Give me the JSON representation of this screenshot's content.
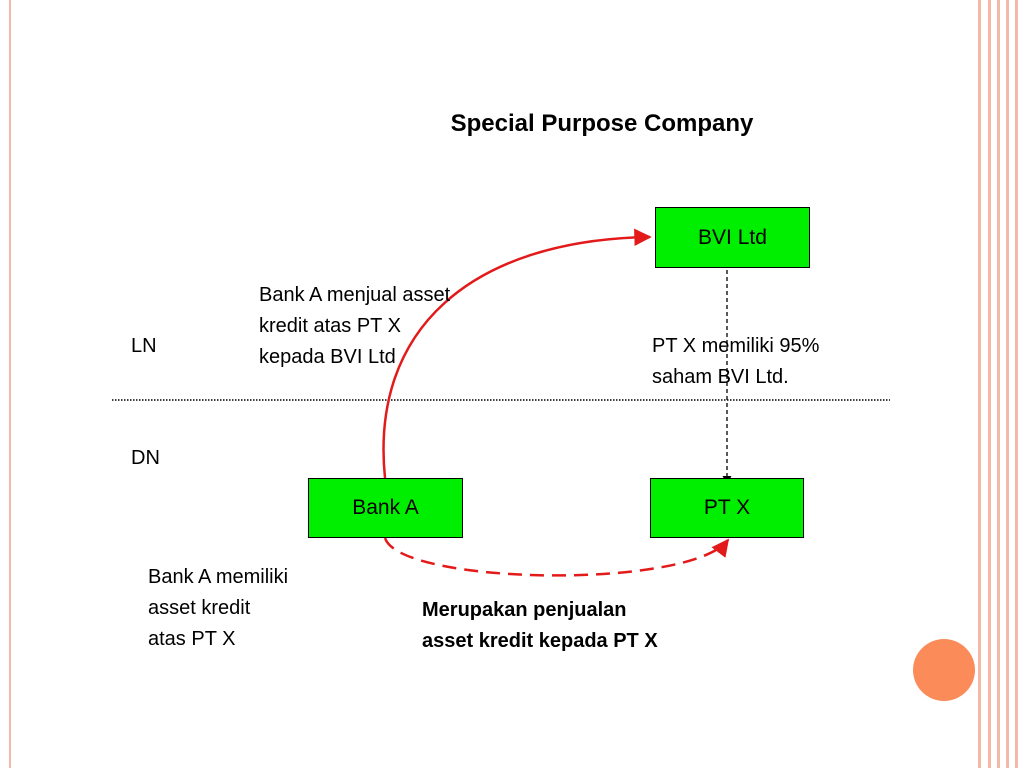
{
  "slide": {
    "title": "Special Purpose Company",
    "region_labels": {
      "foreign": "LN",
      "domestic": "DN"
    },
    "entities": {
      "bvi": "BVI Ltd",
      "bank": "Bank A",
      "ptx": "PT X"
    },
    "notes": {
      "sale_to_bvi": "Bank A menjual asset\nkredit atas PT X\nkepada BVI Ltd",
      "ownership": "PT X memiliki 95%\nsaham BVI Ltd.",
      "bank_holds": "Bank A memiliki\nasset kredit\natas PT X",
      "conclusion": "Merupakan penjualan\nasset kredit kepada PT X"
    }
  },
  "colors": {
    "box_fill": "#00ee00",
    "arrow": "#e31a1a",
    "frame_stripes": "#f4b9a6",
    "orange_dot": "#fb8c5a"
  }
}
